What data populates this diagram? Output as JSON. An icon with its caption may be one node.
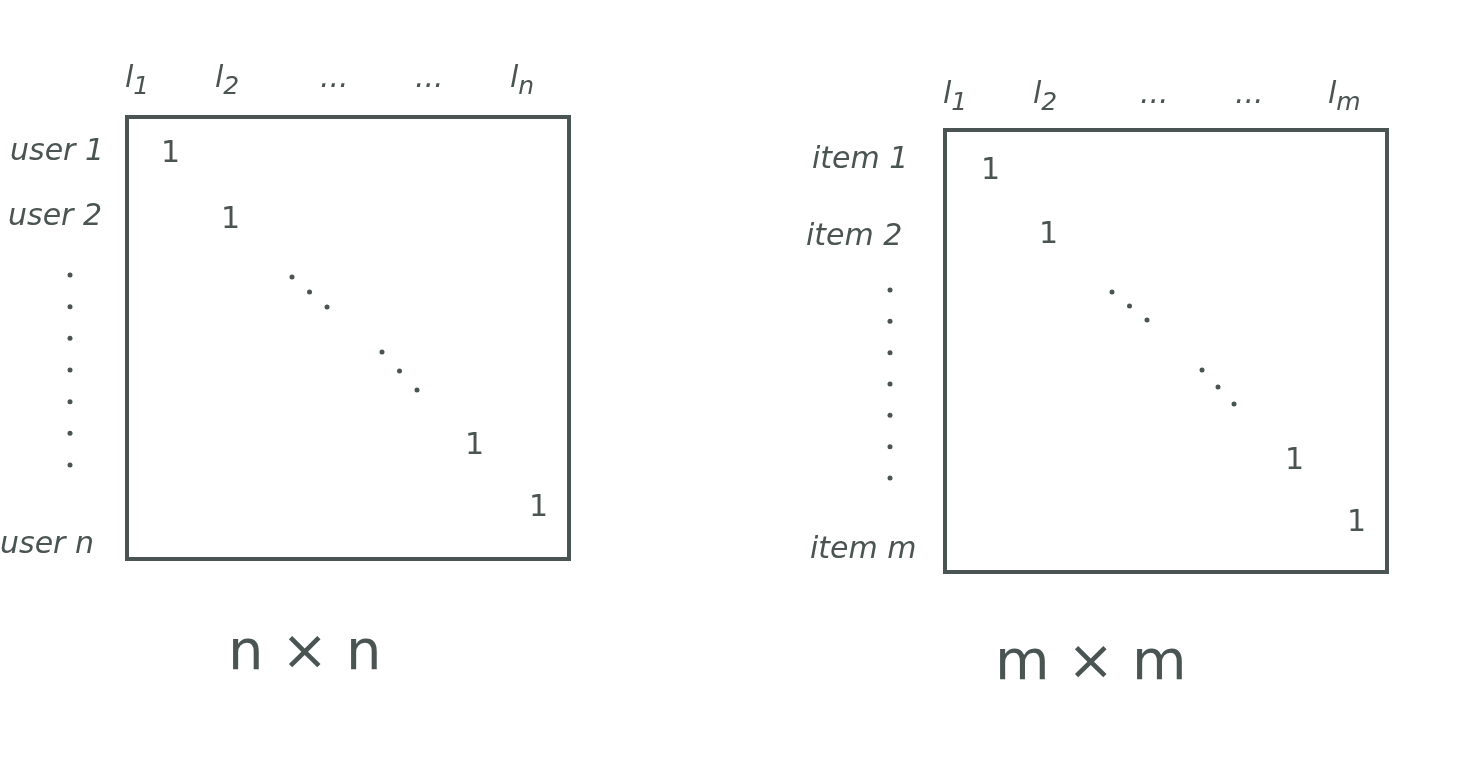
{
  "diagram": {
    "nodes": [
      {
        "text": [
          "1",
          "1",
          "1",
          "1"
        ]
      },
      {
        "text": [
          "1",
          "1",
          "1",
          "1"
        ]
      }
    ],
    "labels": [
      "l$_{1}$",
      "l$_{2}$",
      "...",
      "...",
      "l$_{n}$",
      "user 1",
      "user 2",
      "user n",
      "n × n",
      "l$_{1}$",
      "l$_{2}$",
      "...",
      "...",
      "l$_{m}$",
      "item 1",
      "item 2",
      "item m",
      "m × m"
    ]
  }
}
